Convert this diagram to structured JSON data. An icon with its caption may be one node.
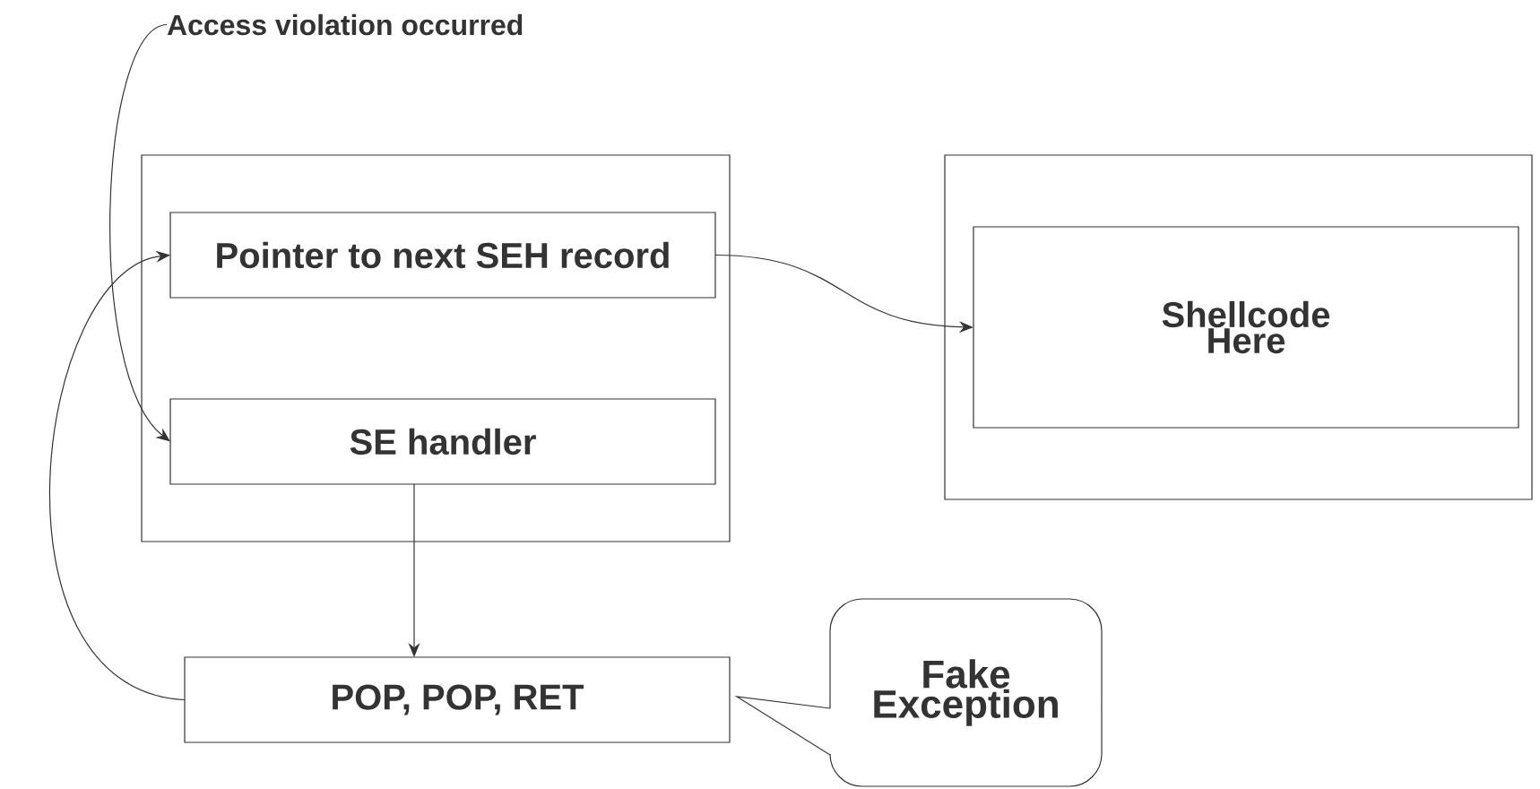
{
  "diagram": {
    "nodes": [
      {
        "text": [
          "Access violation occurred"
        ]
      },
      {
        "text": [],
        "shape": "box"
      },
      {
        "text": [
          "Pointer to next SEH record"
        ],
        "in": 1
      },
      {
        "text": [
          "SE handler"
        ],
        "in": 1
      },
      {
        "text": [],
        "shape": "box"
      },
      {
        "text": [
          "Shellcode Here"
        ],
        "in": 4
      },
      {
        "text": [
          "POP, POP, RET"
        ]
      },
      {
        "text": [
          "Fake Exception"
        ]
      }
    ],
    "edges": [
      {
        "from": 0,
        "to": 3,
        "arrow": "to"
      },
      {
        "from": 2,
        "to": 5,
        "arrow": "to"
      },
      {
        "from": 3,
        "to": 6,
        "arrow": "to"
      },
      {
        "from": 6,
        "to": 2,
        "arrow": "to"
      }
    ]
  }
}
